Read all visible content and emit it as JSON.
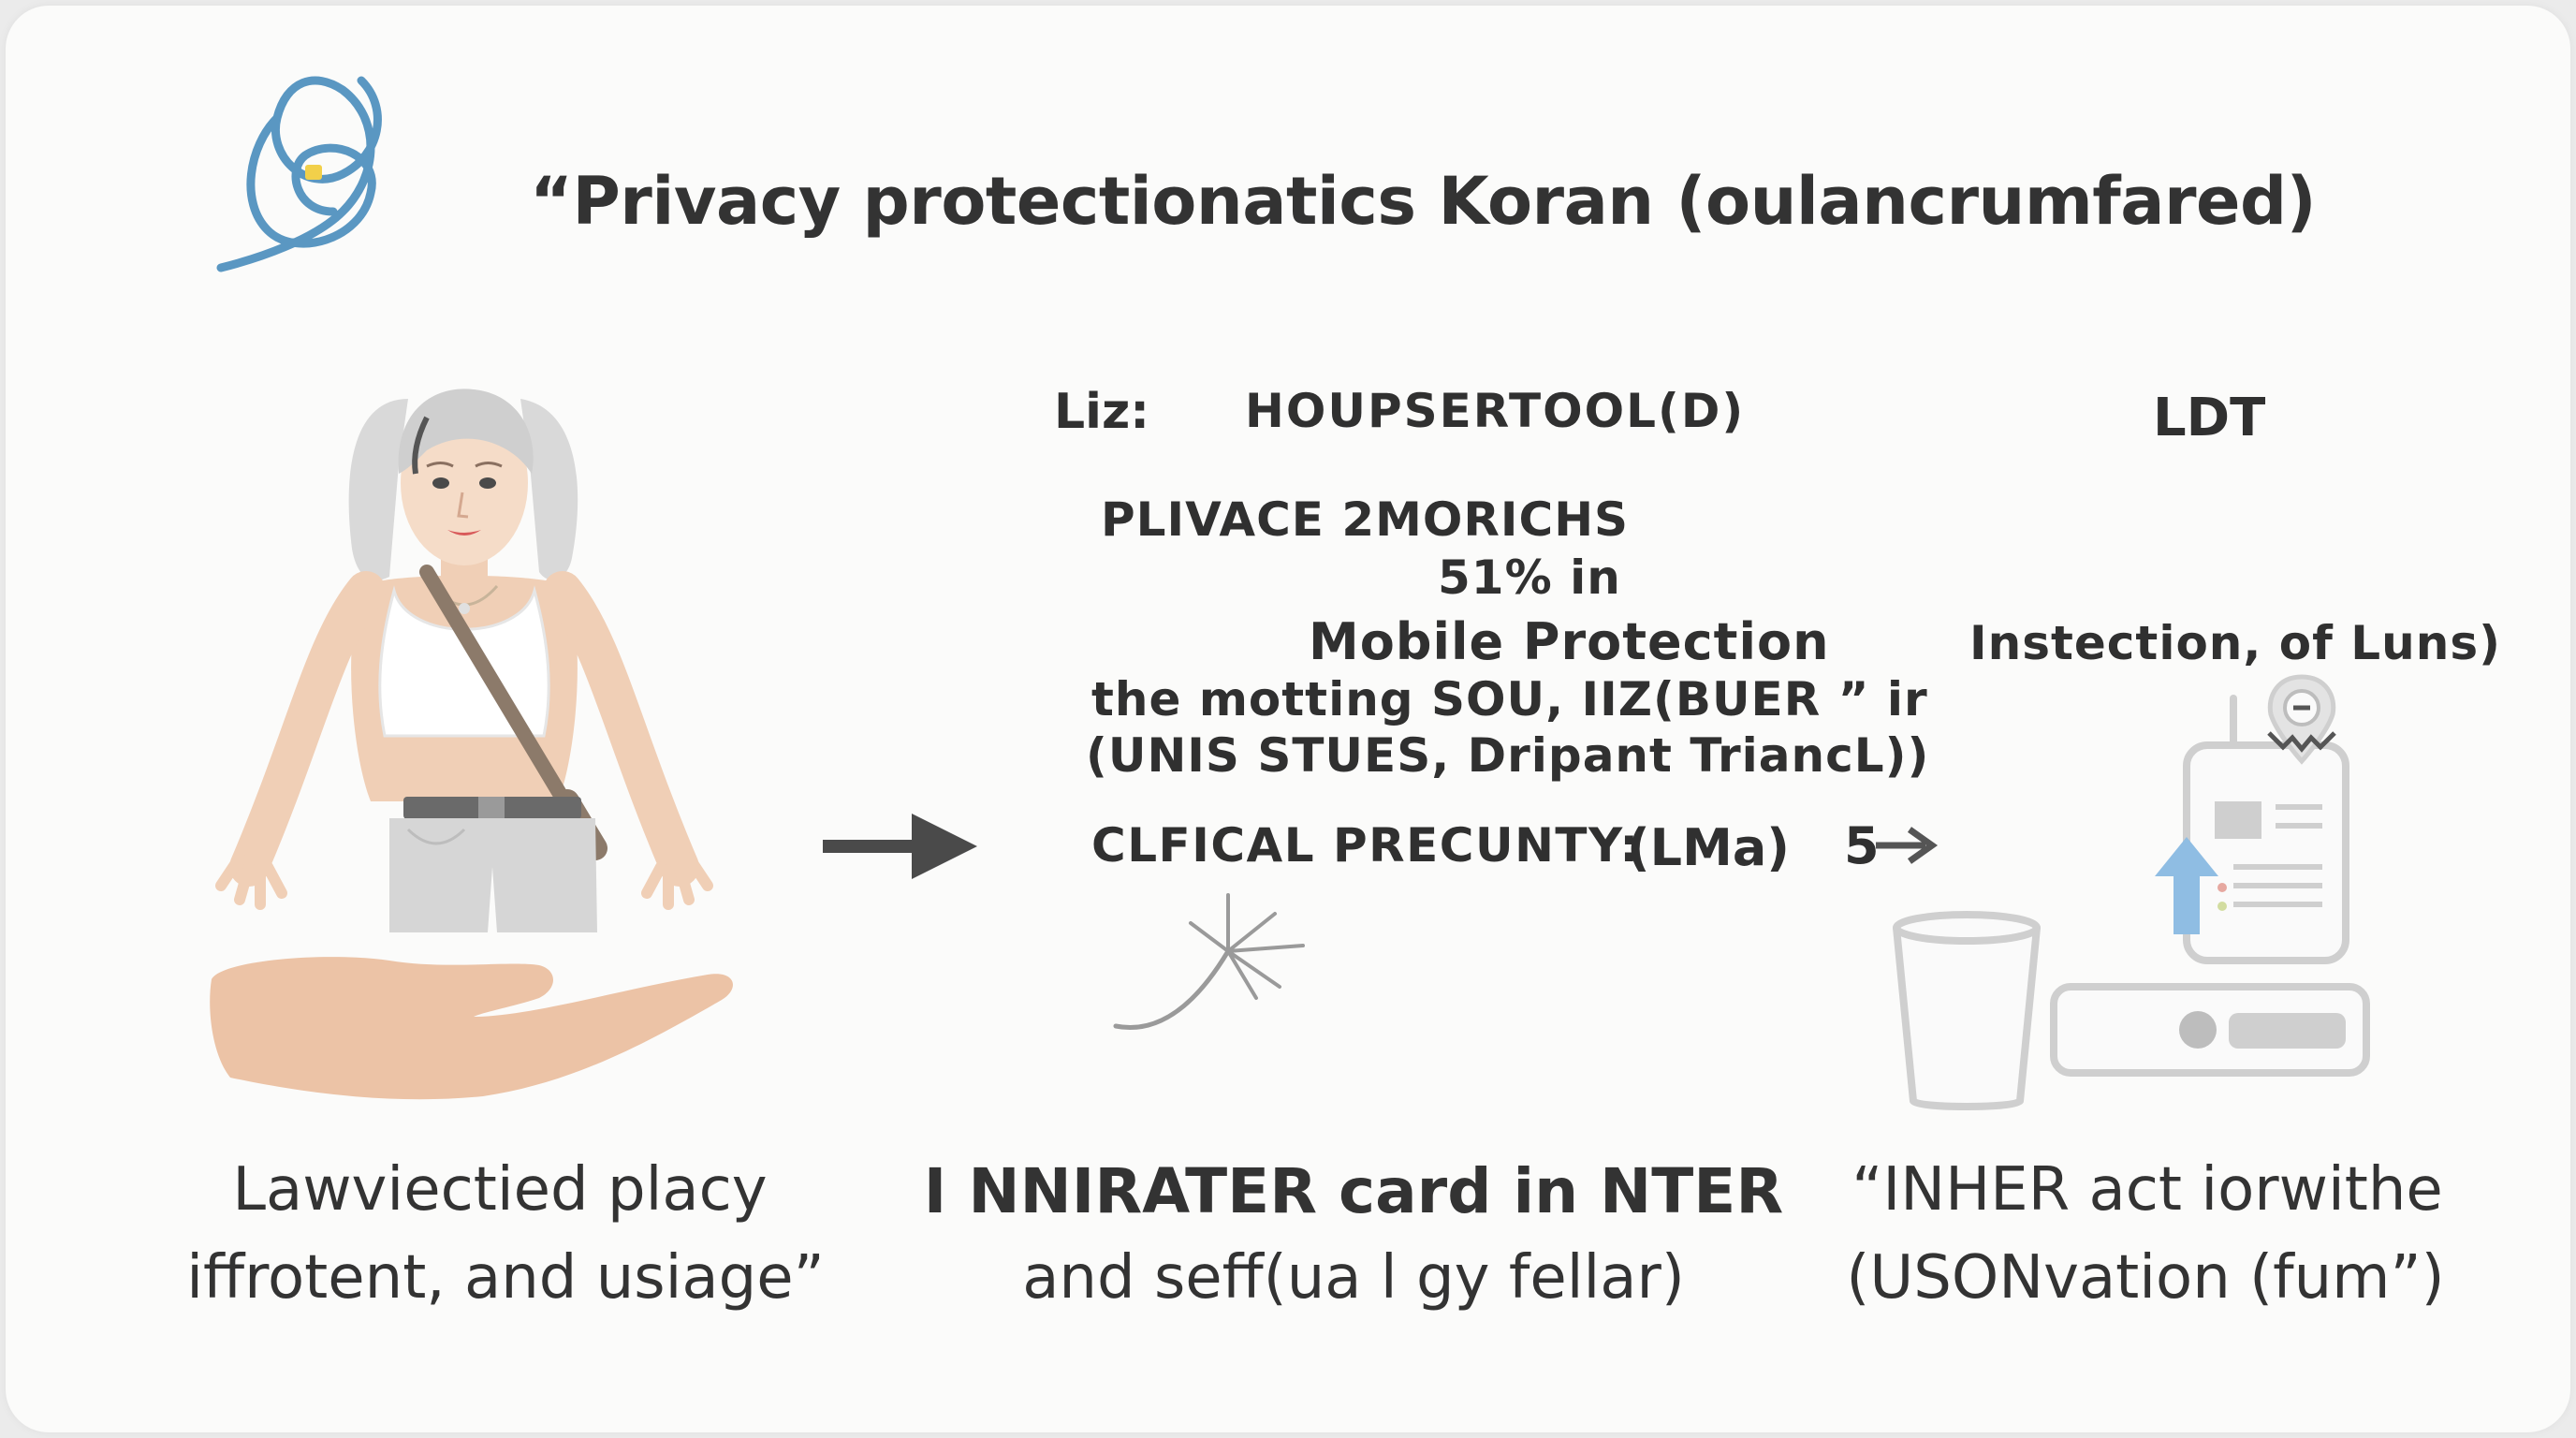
{
  "title": "“Privacy protectionatics Koran (oulancrumfared)",
  "middle": {
    "row1_label": "Liz:",
    "row1_value": "HOUPSERTOOL(D)",
    "heading": "PLIVACE 2MORICHS",
    "stat": "51% in",
    "subheading": "Mobile Protection",
    "line1": "the motting SOU, IIZ(BUER ” ir",
    "line2": "(UNIS STUES, Dripant TriancL))",
    "precunty_label": "CLFICAL PRECUNTY:",
    "precunty_value": "(LMa)",
    "precunty_num": "5"
  },
  "right": {
    "header": "LDT",
    "inspection": "Instection,  of Luns)"
  },
  "captions": {
    "left_line1": "Lawviectied placy",
    "left_line2": "iffrotent, and usiage”",
    "center_line1": "I NNIRATER card in NTER",
    "center_line2": "and seff(ua l gy fellar)",
    "right_line1": "“INHER act iorwithe",
    "right_line2": "(USONvation (fum”)"
  },
  "icons": {
    "logo": "scribble-logo-icon",
    "arrow": "right-arrow-icon",
    "small_arrow": "small-right-arrow-icon",
    "sparkle": "sparkle-icon",
    "person": "woman-illustration",
    "hand": "open-hand-illustration",
    "cup": "cup-icon",
    "device": "router-device-icon",
    "phone": "phone-document-icon",
    "location_pin": "location-pin-icon",
    "upload_arrow": "upload-arrow-icon"
  },
  "colors": {
    "background": "#fbfbfa",
    "logo_blue": "#5a97c2",
    "accent_yellow": "#f2d04a",
    "upload_blue": "#8fbde3",
    "skin": "#f0cfb6",
    "text": "#303030"
  }
}
